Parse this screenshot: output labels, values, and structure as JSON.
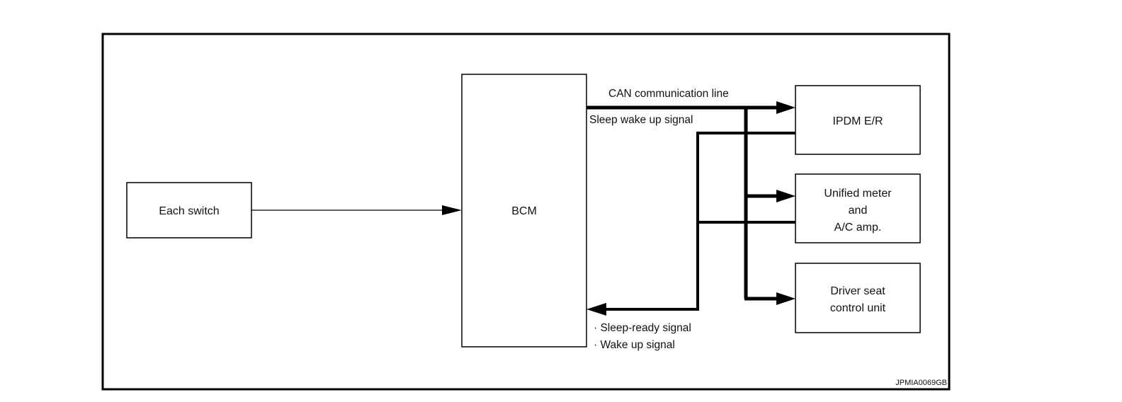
{
  "blocks": {
    "each_switch": "Each switch",
    "bcm": "BCM",
    "ipdm": "IPDM E/R",
    "meter_line1": "Unified meter",
    "meter_line2": "and",
    "meter_line3": "A/C amp.",
    "seat_line1": "Driver seat",
    "seat_line2": "control unit"
  },
  "signals": {
    "can_line": "CAN communication line",
    "sleep_wake": "Sleep wake up signal",
    "sleep_ready": "· Sleep-ready signal",
    "wake_up": "· Wake up signal"
  },
  "figure_code": "JPMIA0069GB",
  "colors": {
    "line": "#000000",
    "background": "#ffffff"
  }
}
